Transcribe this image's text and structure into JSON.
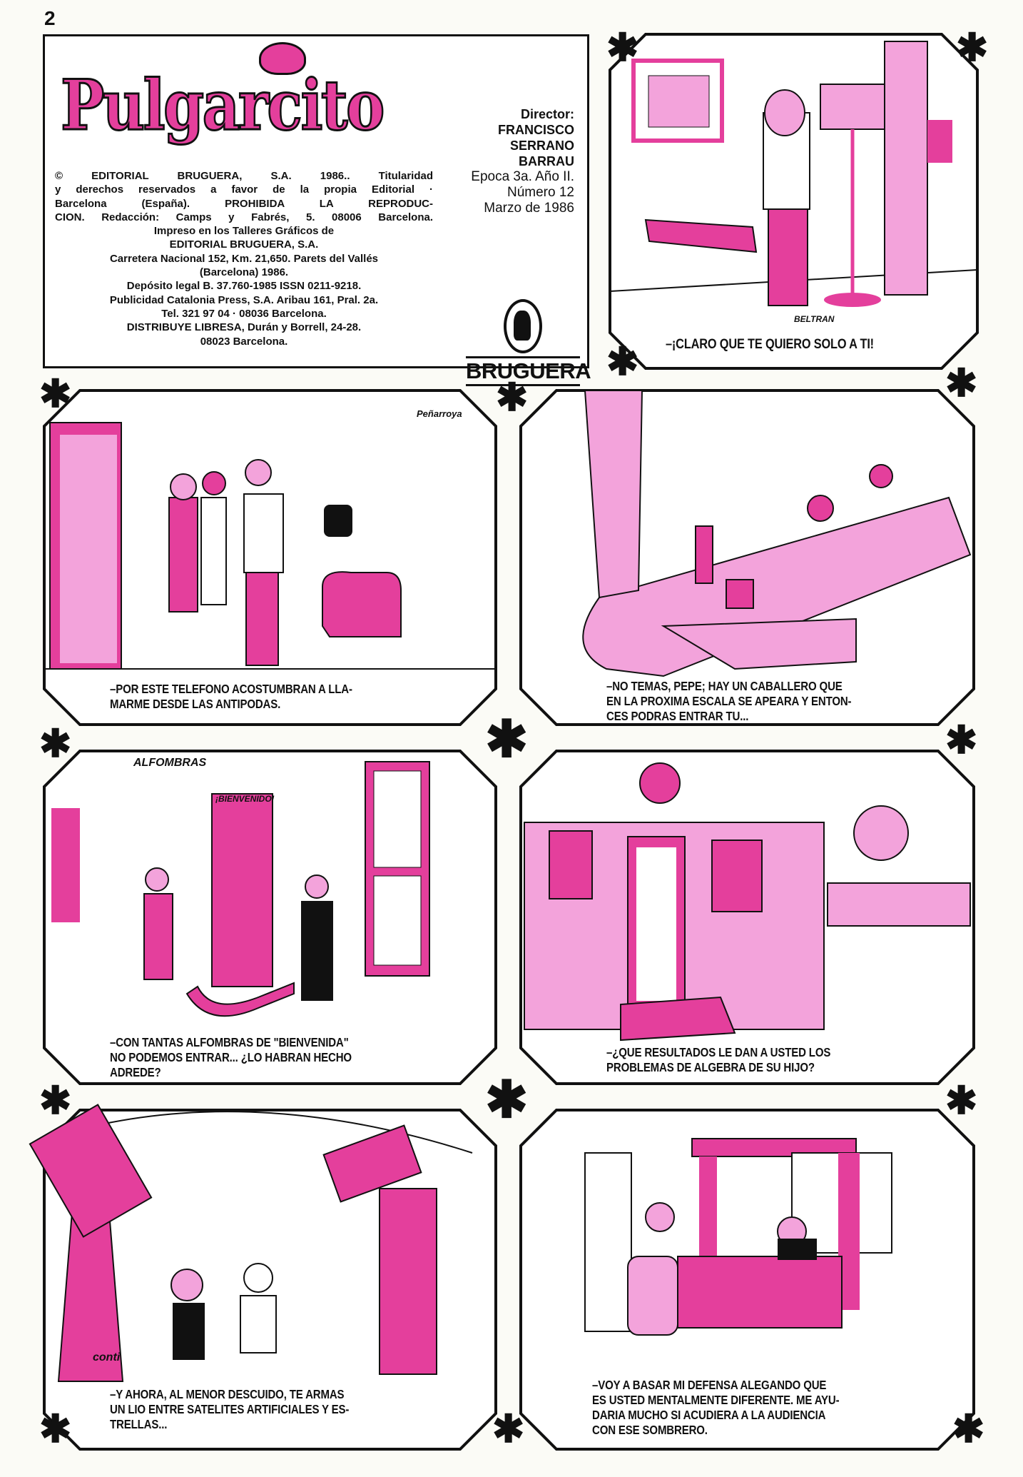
{
  "page_number": "2",
  "header": {
    "logo_text": "Pulgarcito",
    "legal_lines": [
      "© EDITORIAL BRUGUERA, S.A. 1986.. Titularidad",
      "y derechos reservados a favor de la propia Editorial ·",
      "Barcelona (España). PROHIBIDA LA REPRODUC-",
      "CION. Redacción: Camps y Fabrés, 5. 08006 Barcelona.",
      "Impreso en los Talleres Gráficos de",
      "EDITORIAL BRUGUERA, S.A.",
      "Carretera Nacional 152, Km. 21,650. Parets del Vallés",
      "(Barcelona) 1986.",
      "Depósito legal B. 37.760-1985  ISSN 0211-9218.",
      "Publicidad Catalonia Press, S.A. Aribau 161, Pral. 2a.",
      "Tel. 321 97 04 · 08036 Barcelona.",
      "DISTRIBUYE LIBRESA, Durán y Borrell, 24-28.",
      "08023 Barcelona."
    ],
    "director_label": "Director:",
    "director_name": [
      "FRANCISCO",
      "SERRANO",
      "BARRAU"
    ],
    "issue": [
      "Epoca 3a. Año II.",
      "Número 12",
      "Marzo de 1986"
    ],
    "publisher": "BRUGUERA"
  },
  "colors": {
    "pink": "#e43f9c",
    "light_pink": "#f3a3db",
    "ink": "#111111"
  },
  "panels": [
    {
      "caption": [
        "–¡CLARO QUE TE QUIERO SOLO A TI!"
      ],
      "signature": "BELTRAN"
    },
    {
      "caption": [
        "–POR ESTE TELEFONO ACOSTUMBRAN A LLA-",
        "MARME DESDE LAS ANTIPODAS."
      ],
      "signature": "Peñarroya"
    },
    {
      "caption": [
        "–NO TEMAS, PEPE; HAY UN CABALLERO QUE",
        "EN LA PROXIMA ESCALA SE APEARA Y ENTON-",
        "CES PODRAS ENTRAR TU..."
      ]
    },
    {
      "caption": [
        "–CON TANTAS ALFOMBRAS DE \"BIENVENIDA\"",
        "NO PODEMOS ENTRAR... ¿LO HABRAN HECHO",
        "ADREDE?"
      ],
      "sign_label": "ALFOMBRAS",
      "mat_label": "¡BIENVENIDO!"
    },
    {
      "caption": [
        "–¿QUE RESULTADOS LE DAN A USTED LOS",
        "PROBLEMAS DE ALGEBRA DE SU HIJO?"
      ]
    },
    {
      "caption": [
        "–Y AHORA, AL MENOR DESCUIDO, TE ARMAS",
        "UN LIO ENTRE SATELITES ARTIFICIALES Y ES-",
        "TRELLAS..."
      ],
      "signature": "conti"
    },
    {
      "caption": [
        "–VOY A BASAR MI DEFENSA ALEGANDO QUE",
        "ES USTED MENTALMENTE DIFERENTE. ME AYU-",
        "DARIA MUCHO SI ACUDIERA A LA AUDIENCIA",
        "CON ESE SOMBRERO."
      ]
    }
  ]
}
